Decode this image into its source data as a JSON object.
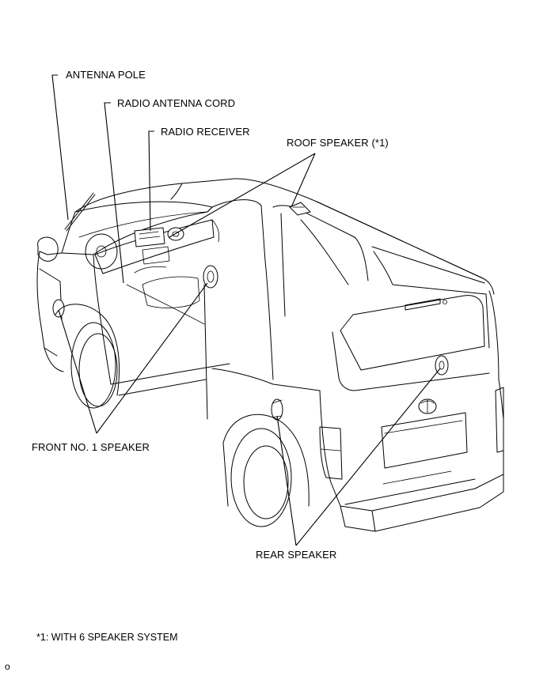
{
  "labels": {
    "antenna_pole": "ANTENNA POLE",
    "radio_antenna_cord": "RADIO ANTENNA CORD",
    "radio_receiver": "RADIO RECEIVER",
    "roof_speaker": "ROOF SPEAKER (*1)",
    "front_speaker": "FRONT NO. 1 SPEAKER",
    "rear_speaker": "REAR SPEAKER"
  },
  "footnote": "*1: WITH 6 SPEAKER SYSTEM",
  "corner_mark": "o"
}
